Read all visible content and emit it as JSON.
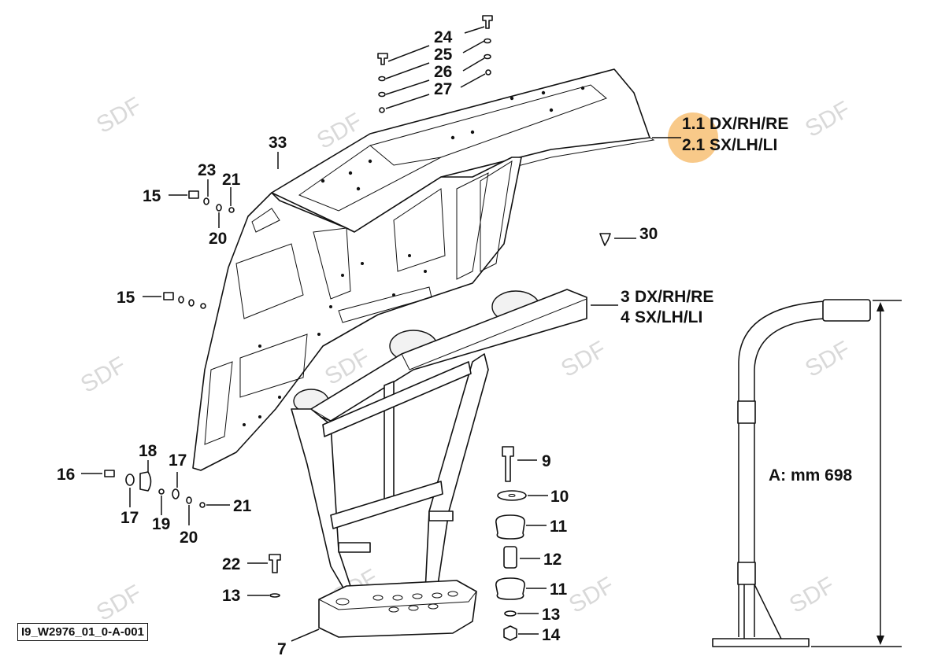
{
  "diagram": {
    "reference_code": "I9_W2976_01_0-A-001",
    "dimension_label": "A: mm 698",
    "watermark": "SDF",
    "callouts": {
      "c24": "24",
      "c25": "25",
      "c26": "26",
      "c27": "27",
      "c33": "33",
      "c23": "23",
      "c21a": "21",
      "c15a": "15",
      "c20a": "20",
      "c15b": "15",
      "c30": "30",
      "c11_num": "1.1",
      "c11_txt": "DX/RH/RE",
      "c21_num": "2.1",
      "c21_txt": "SX/LH/LI",
      "c3_num": "3",
      "c3_txt": "DX/RH/RE",
      "c4_num": "4",
      "c4_txt": "SX/LH/LI",
      "c16": "16",
      "c18": "18",
      "c17a": "17",
      "c17b": "17",
      "c19": "19",
      "c20b": "20",
      "c21b": "21",
      "c9": "9",
      "c10": "10",
      "c11a": "11",
      "c12": "12",
      "c11b": "11",
      "c13b": "13",
      "c14": "14",
      "c22": "22",
      "c13a": "13",
      "c7": "7"
    },
    "highlight_color": "#f5b762"
  }
}
